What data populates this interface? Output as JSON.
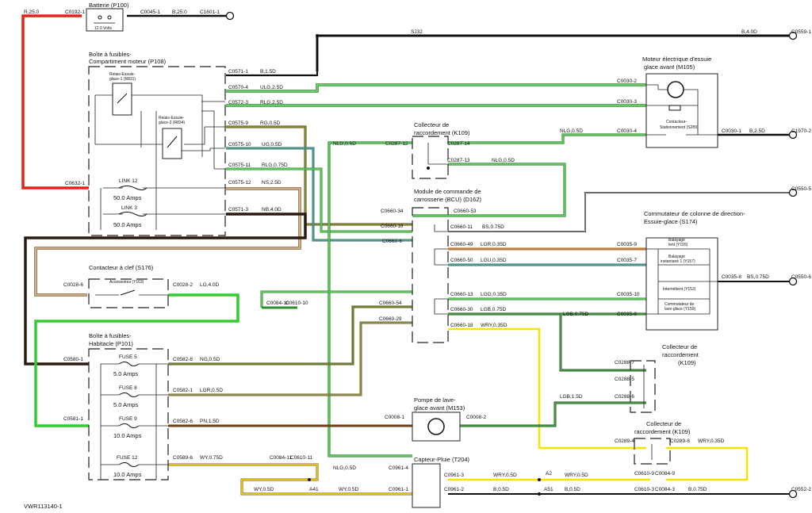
{
  "doc_id": "VWR113140-1",
  "components": {
    "batterie": {
      "title": "Batterie (P100)",
      "voltage": "12.0 Volts"
    },
    "bfm": {
      "title1": "Boîte à fusibles-",
      "title2": "Compartiment moteur (P108)",
      "relay1a": "Relais-Essuie-",
      "relay1b": "glace-1 (R831)",
      "relay2a": "Relais-Essuie-",
      "relay2b": "glace-2 (R834)",
      "link12": "LINK 12",
      "link12_amps": "50.0 Amps",
      "link3": "LINK 3",
      "link3_amps": "50.0 Amps"
    },
    "contacteur_clef": {
      "title": "Contacteur à clef (S176)",
      "acc": "Accessoires (Y163)"
    },
    "bfh": {
      "title1": "Boîte à fusibles-",
      "title2": "Habitacle (P101)",
      "fuse5": "FUSE 5",
      "fuse5_amps": "5.0 Amps",
      "fuse8": "FUSE 8",
      "fuse8_amps": "5.0 Amps",
      "fuse9": "FUSE 9",
      "fuse9_amps": "10.0 Amps",
      "fuse12": "FUSE 12",
      "fuse12_amps": "10.0 Amps"
    },
    "moteur": {
      "title1": "Moteur électrique d'essuie",
      "title2": "glace avant (M105)",
      "cont1": "Contacteur-",
      "cont2": "Stationnement (S289)"
    },
    "k109a": {
      "title1": "Collecteur de",
      "title2": "raccordement (K109)"
    },
    "bcu": {
      "title1": "Module de commande de",
      "title2": "carrosserie (BCU) (D162)"
    },
    "commutateur": {
      "title1": "Commutateur de colonne de direction-",
      "title2": "Essuie-glace (S174)",
      "s1a": "Balayage",
      "s1b": "lent (Y155)",
      "s2a": "Balayage",
      "s2b": "instantané 1 (Y157)",
      "s3": "Intermittent (Y152)",
      "s4a": "Commutateur de",
      "s4b": "lave-glace (Y159)"
    },
    "k109b": {
      "title1": "Collecteur de",
      "title2": "raccordement",
      "title3": "(K109)"
    },
    "k109c": {
      "title1": "Collecteur de",
      "title2": "raccordement (K109)"
    },
    "pompe": {
      "title1": "Pompe de lave-",
      "title2": "glace avant (M153)"
    },
    "capteur": {
      "title": "Capteur-Pluie (T204)"
    }
  },
  "connectors": {
    "c0192_1": "C0192-1",
    "c0045_1": "C0045-1",
    "c1601_1": "C1601-1",
    "sj32": "SJ32",
    "c0559_1": "C0559-1",
    "c0571_1": "C0571-1",
    "c0570_4": "C0570-4",
    "c0572_3": "C0572-3",
    "c0575_9": "C0575-9",
    "c0575_10": "C0575-10",
    "c0575_11": "C0575-11",
    "c0575_12": "C0575-12",
    "c0571_3": "C0571-3",
    "c0632_1": "C0632-1",
    "c0030_2": "C0030-2",
    "c0030_3": "C0030-3",
    "c0030_4": "C0030-4",
    "c0030_1": "C0030-1",
    "c1970_2": "C1970-2",
    "c0287_12": "C0287-12",
    "c0287_14": "C0287-14",
    "c0287_13": "C0287-13",
    "c0660_34": "C0660-34",
    "c0660_16": "C0660-16",
    "c0660_6": "C0660-6",
    "c0660_53": "C0660-53",
    "c0660_11": "C0660-11",
    "c0660_49": "C0660-49",
    "c0660_50": "C0660-50",
    "c0660_13": "C0660-13",
    "c0660_30": "C0660-30",
    "c0660_18": "C0660-18",
    "c0660_54": "C0660-54",
    "c0660_29": "C0660-29",
    "c0550_5": "C0550-5",
    "c0550_6": "C0550-6",
    "c0035_9": "C0035-9",
    "c0035_7": "C0035-7",
    "c0035_10": "C0035-10",
    "c0035_6": "C0035-6",
    "c0035_8": "C0035-8",
    "c0028_6": "C0028-6",
    "c0028_2": "C0028-2",
    "c0084_10": "C0084-10",
    "c0610_10": "C0610-10",
    "c0580_1": "C0580-1",
    "c0582_8": "C0582-8",
    "c0582_1": "C0582-1",
    "c0581_1": "C0581-1",
    "c0582_6": "C0582-6",
    "c0589_6": "C0589-6",
    "c0288_7": "C0288-7",
    "c0288_5": "C0288-5",
    "c0288_6": "C0288-6",
    "c0008_1": "C0008-1",
    "c0008_2": "C0008-2",
    "c0289_4": "C0289-4",
    "c0289_6": "C0289-6",
    "c0084_11": "C0084-11",
    "c0610_11": "C0610-11",
    "c0610_9": "C0610-9",
    "c0084_9": "C0084-9",
    "c0961_4": "C0961-4",
    "c0961_3": "C0961-3",
    "c0961_1": "C0961-1",
    "c0961_2": "C0961-2",
    "a41": "A41",
    "a2": "A2",
    "a51": "A51",
    "c0610_3": "C0610-3",
    "c0084_3": "C0084-3",
    "c0552_2": "C0552-2"
  },
  "wires": {
    "r25": "R,25.0",
    "b25": "B,25.0",
    "b40": "B,4.0D",
    "b15": "B,1.5D",
    "ulg25": "ULG,2.5D",
    "rlg25": "RLG,2.5D",
    "rg05": "RG,0.5D",
    "ug05": "UG,0.5D",
    "rlg075": "RLG,0.75D",
    "ns25": "NS,2.5D",
    "nb40": "NB,4.0D",
    "nlg05a": "NLG,0.5D",
    "nlg05b": "NLG,0.5D",
    "nlg05c": "NLG,0.5D",
    "nlg05d": "NLG,0.5D",
    "b25d": "B,2.5D",
    "bs075": "BS,0.75D",
    "lgr035": "LGR,0.35D",
    "lgu035": "LGU,0.35D",
    "lgg035": "LGG,0.35D",
    "lgb075": "LGB,0.75D",
    "lgb075b": "LGB,0.75D",
    "wry035": "WRY,0.35D",
    "bs075b": "BS,0.75D",
    "lg40": "LG,4.0D",
    "ng05": "NG,0.5D",
    "lgr05": "LGR,0.5D",
    "pn15": "PN,1.5D",
    "wy075": "WY,0.75D",
    "lgb15": "LGB,1.5D",
    "wry035b": "WRY,0.35D",
    "wry05a": "WRY,0.5D",
    "wry05b": "WRY,0.5D",
    "wy05a": "WY,0.5D",
    "wy05b": "WY,0.5D",
    "b05a": "B,0.5D",
    "b05b": "B,0.5D",
    "b075": "B,0.75D"
  },
  "colors": {
    "red": "#e2231a",
    "black": "#111111",
    "green": "#33cc33",
    "brown": "#8b5a2b",
    "tan": "#c9b08a",
    "blue": "#2f6f8f",
    "yellow": "#f2e600",
    "orange": "#c8501e",
    "darkgreen": "#2a7a2a"
  }
}
